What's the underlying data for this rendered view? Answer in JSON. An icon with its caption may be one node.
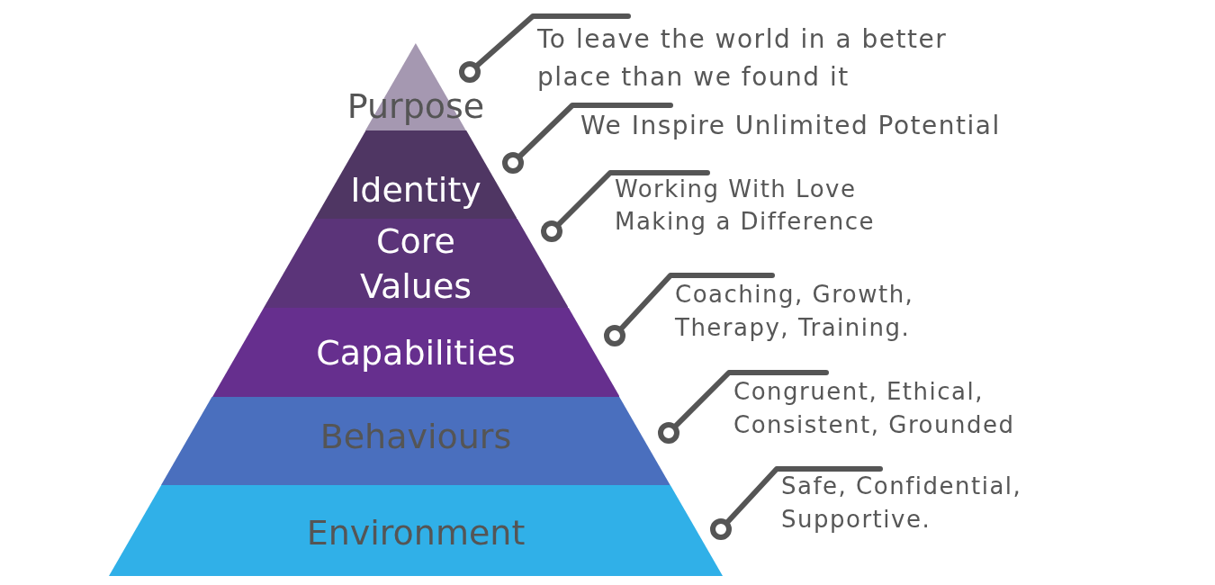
{
  "diagram": {
    "nodes": [
      {
        "text": [
          "Purpose"
        ]
      },
      {
        "text": [
          "Identity"
        ]
      },
      {
        "text": [
          "Core Values"
        ]
      },
      {
        "text": [
          "Capabilities"
        ]
      },
      {
        "text": [
          "Behaviours"
        ]
      },
      {
        "text": [
          "Environment"
        ]
      },
      {
        "text": [
          "To leave the world in a better place than we found it"
        ]
      },
      {
        "text": [
          "We Inspire Unlimited Potential"
        ]
      },
      {
        "text": [
          "Working With Love Making a Difference"
        ]
      },
      {
        "text": [
          "Coaching, Growth, Therapy, Training."
        ]
      },
      {
        "text": [
          "Congruent, Ethical, Consistent, Grounded"
        ]
      },
      {
        "text": [
          "Safe, Confidential, Supportive."
        ]
      }
    ],
    "edges": [
      {
        "from": 6,
        "to": 0,
        "arrow": "other"
      },
      {
        "from": 7,
        "to": 1,
        "arrow": "other"
      },
      {
        "from": 8,
        "to": 2,
        "arrow": "other"
      },
      {
        "from": 9,
        "to": 3,
        "arrow": "other"
      },
      {
        "from": 10,
        "to": 4,
        "arrow": "other"
      },
      {
        "from": 11,
        "to": 5,
        "arrow": "other"
      }
    ]
  }
}
